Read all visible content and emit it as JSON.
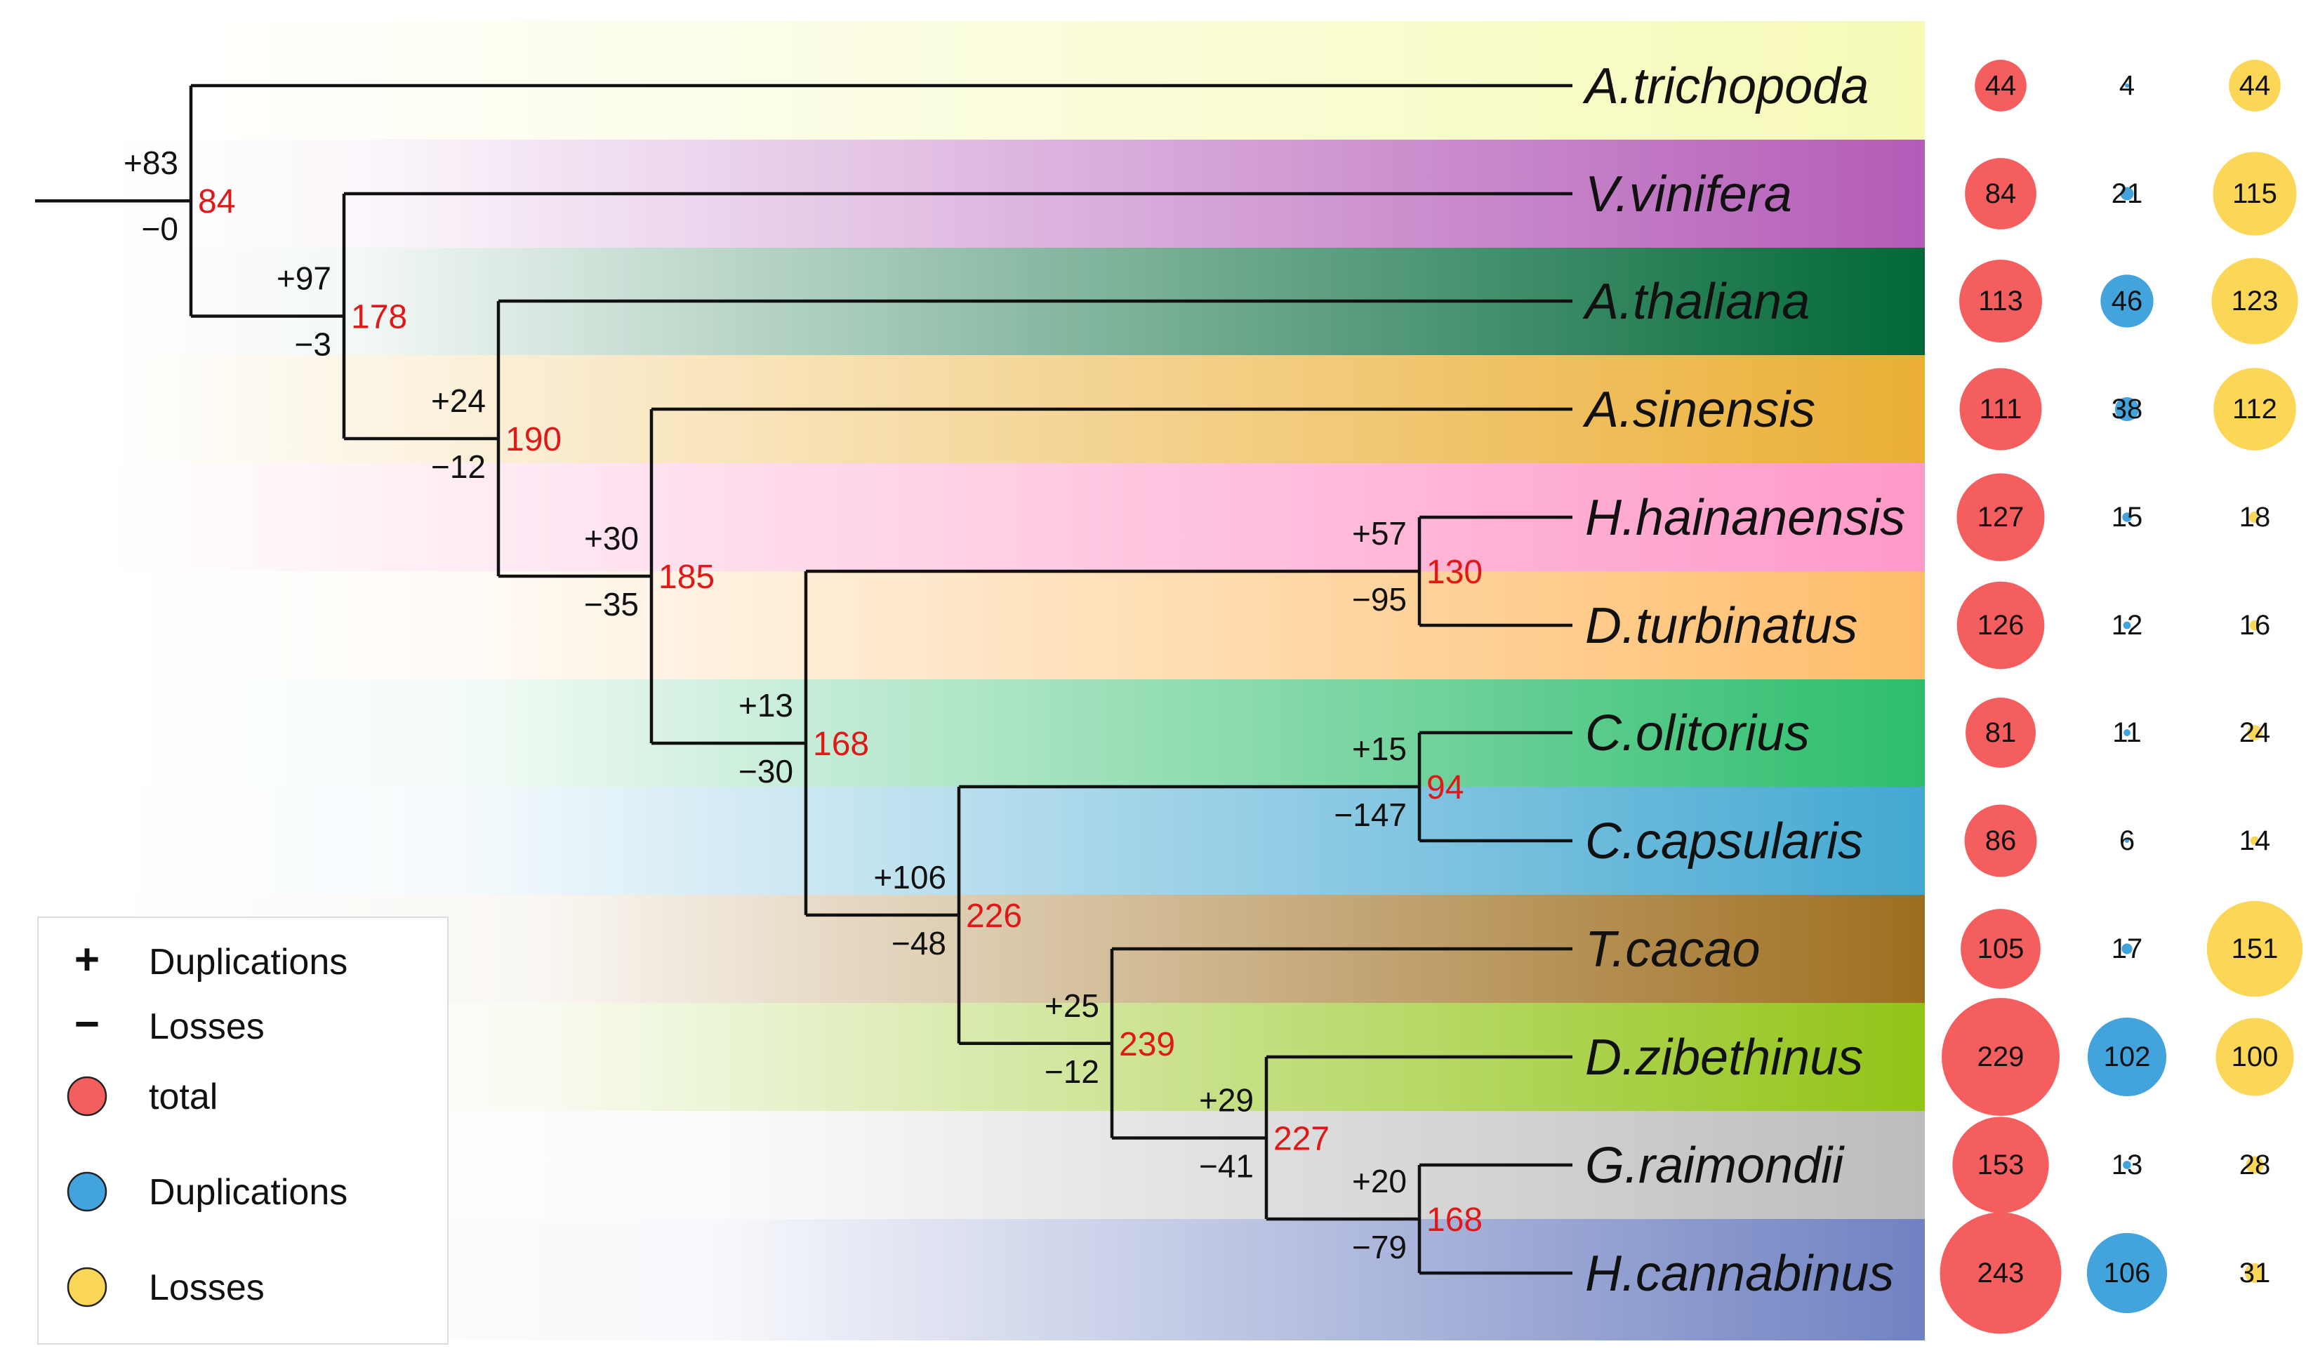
{
  "species": [
    {
      "name": "A.trichopoda",
      "color": "#f6fab6",
      "total": 44,
      "dup": 4,
      "loss": 44
    },
    {
      "name": "V.vinifera",
      "color": "#b45cb8",
      "total": 84,
      "dup": 21,
      "loss": 115
    },
    {
      "name": "A.thaliana",
      "color": "#006837",
      "total": 113,
      "dup": 46,
      "loss": 123
    },
    {
      "name": "A.sinensis",
      "color": "#ebaf36",
      "total": 111,
      "dup": 38,
      "loss": 112
    },
    {
      "name": "H.hainanensis",
      "color": "#ff99c8",
      "total": 127,
      "dup": 15,
      "loss": 18
    },
    {
      "name": "D.turbinatus",
      "color": "#ffbd6a",
      "total": 126,
      "dup": 12,
      "loss": 16
    },
    {
      "name": "C.olitorius",
      "color": "#2dbd6c",
      "total": 81,
      "dup": 11,
      "loss": 24
    },
    {
      "name": "C.capsularis",
      "color": "#43a8d1",
      "total": 86,
      "dup": 6,
      "loss": 14
    },
    {
      "name": "T.cacao",
      "color": "#9e6e1f",
      "total": 105,
      "dup": 17,
      "loss": 151
    },
    {
      "name": "D.zibethinus",
      "color": "#92c417",
      "total": 229,
      "dup": 102,
      "loss": 100
    },
    {
      "name": "G.raimondii",
      "color": "#bcbcbc",
      "total": 153,
      "dup": 13,
      "loss": 28
    },
    {
      "name": "H.cannabinus",
      "color": "#7082c2",
      "total": 243,
      "dup": 106,
      "loss": 31
    }
  ],
  "nodes": [
    {
      "id": "n1",
      "gain": "+83",
      "loss": "−0",
      "count": "84"
    },
    {
      "id": "n2",
      "gain": "+97",
      "loss": "−3",
      "count": "178"
    },
    {
      "id": "n3",
      "gain": "+24",
      "loss": "−12",
      "count": "190"
    },
    {
      "id": "n4",
      "gain": "+30",
      "loss": "−35",
      "count": "185"
    },
    {
      "id": "n5",
      "gain": "+13",
      "loss": "−30",
      "count": "168"
    },
    {
      "id": "n6",
      "gain": "+57",
      "loss": "−95",
      "count": "130"
    },
    {
      "id": "n7",
      "gain": "+106",
      "loss": "−48",
      "count": "226"
    },
    {
      "id": "n8",
      "gain": "+15",
      "loss": "−147",
      "count": "94"
    },
    {
      "id": "n9",
      "gain": "+25",
      "loss": "−12",
      "count": "239"
    },
    {
      "id": "n10",
      "gain": "+29",
      "loss": "−41",
      "count": "227"
    },
    {
      "id": "n11",
      "gain": "+20",
      "loss": "−79",
      "count": "168"
    }
  ],
  "legend": {
    "items": [
      {
        "symbol": "+",
        "label": "Duplications",
        "type": "text"
      },
      {
        "symbol": "−",
        "label": "Losses",
        "type": "text"
      },
      {
        "label": "total",
        "type": "circle",
        "color": "#f45e5e"
      },
      {
        "label": "Duplications",
        "type": "circle",
        "color": "#43a3dc"
      },
      {
        "label": "Losses",
        "type": "circle",
        "color": "#fcd656"
      }
    ]
  },
  "colors": {
    "total": "#f45e5e",
    "duplications": "#43a3dc",
    "losses": "#fcd656",
    "node_count": "#e01818"
  }
}
